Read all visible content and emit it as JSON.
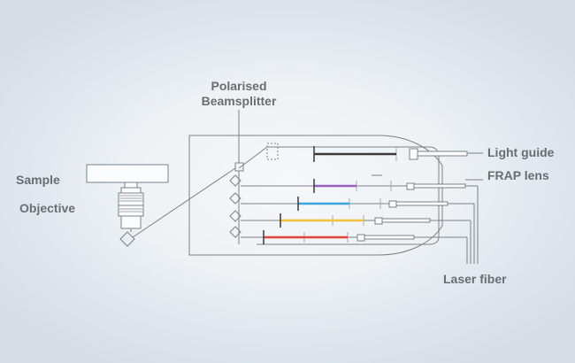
{
  "labels": {
    "polarised": "Polarised",
    "beamsplitter": "Beamsplitter",
    "sample": "Sample",
    "objective": "Objective",
    "light_guide": "Light guide",
    "frap_lens": "FRAP lens",
    "laser_fiber": "Laser fiber"
  },
  "colors": {
    "line": "#7d8288",
    "text": "#6a6e73",
    "beam_dark": "#3a3a3a",
    "beam_violet": "#9a5fc0",
    "beam_blue": "#3aa6dc",
    "beam_yellow": "#f0c23a",
    "beam_red": "#e2453c"
  }
}
